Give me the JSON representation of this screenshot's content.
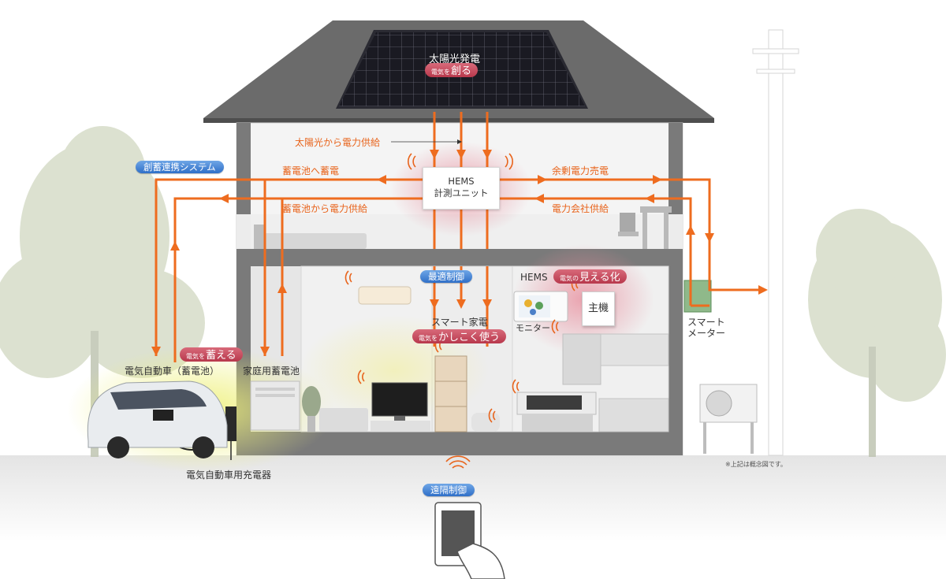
{
  "solar": {
    "title": "太陽光発電",
    "tag_small": "電気を",
    "tag_big": "創る"
  },
  "flows": {
    "solar_supply": "太陽光から電力供給",
    "to_battery": "蓄電池へ蓄電",
    "from_battery": "蓄電池から電力供給",
    "surplus_sale": "余剰電力売電",
    "grid_supply": "電力会社供給"
  },
  "hems_unit": {
    "line1": "HEMS",
    "line2": "計測ユニット"
  },
  "badges": {
    "link_system": "創蓄連携システム",
    "optimal_control": "最適制御",
    "remote_control": "遠隔制御"
  },
  "store_tag": {
    "small": "電気を",
    "big": "蓄える"
  },
  "smart_tag": {
    "small": "電気を",
    "big": "かしこく使う"
  },
  "hems_visual": {
    "prefix": "HEMS",
    "small": "電気の",
    "big": "見える化"
  },
  "labels": {
    "ev": "電気自動車（蓄電池）",
    "home_battery": "家庭用蓄電池",
    "ev_charger": "電気自動車用充電器",
    "smart_appliances": "スマート家電",
    "monitor": "モニター",
    "main_unit": "主機",
    "smart_meter_1": "スマート",
    "smart_meter_2": "メーター",
    "note": "※上記は概念図です。"
  },
  "colors": {
    "flow_orange": "#ee6c1f",
    "badge_blue": "#2f6fc8",
    "tag_red": "#c0485a"
  }
}
